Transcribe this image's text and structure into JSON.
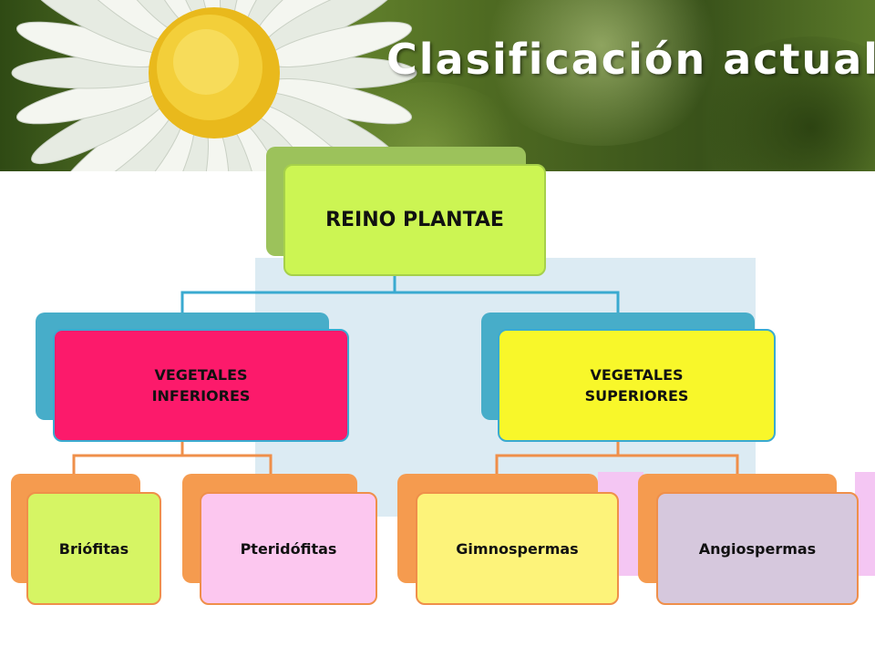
{
  "title": "Clasificación actual.",
  "colors": {
    "root_fill": "#ccf553",
    "level2_left_fill": "#fc1a6b",
    "level2_right_fill": "#f8f72a",
    "connector_blue": "#3aaad0",
    "connector_orange": "#ef8f4a",
    "panel_blue": "#dcebf3"
  },
  "diagram": {
    "root": "REINO PLANTAE",
    "level2": [
      {
        "label_line1": "VEGETALES",
        "label_line2": "INFERIORES"
      },
      {
        "label_line1": "VEGETALES",
        "label_line2": "SUPERIORES"
      }
    ],
    "level3": [
      {
        "label": "Briófitas"
      },
      {
        "label": "Pteridófitas"
      },
      {
        "label": "Gimnospermas"
      },
      {
        "label": "Angiospermas"
      }
    ]
  }
}
